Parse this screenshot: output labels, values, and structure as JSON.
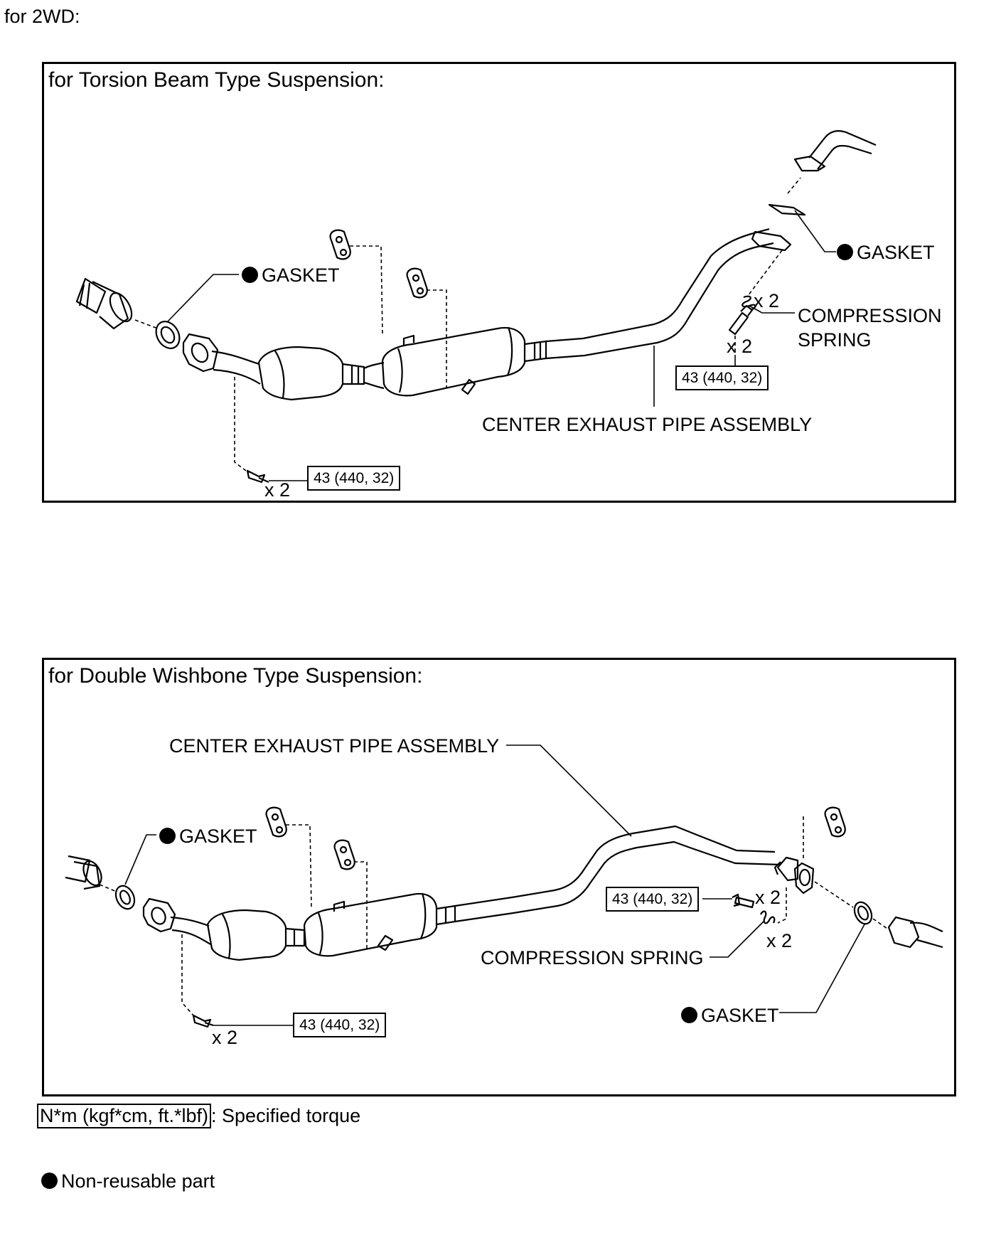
{
  "heading": "for 2WD:",
  "panels": [
    {
      "title": "for Torsion Beam Type Suspension:",
      "gasket_front": "GASKET",
      "gasket_rear": "GASKET",
      "compression_spring_line1": "COMPRESSION",
      "compression_spring_line2": "SPRING",
      "center_pipe": "CENTER EXHAUST PIPE ASSEMBLY",
      "spring_qty": "x 2",
      "bolt_rear_qty": "x 2",
      "bolt_front_qty": "x 2",
      "torque_rear": "43 (440, 32)",
      "torque_front": "43 (440, 32)"
    },
    {
      "title": "for Double Wishbone Type Suspension:",
      "center_pipe": "CENTER EXHAUST PIPE ASSEMBLY",
      "gasket_front": "GASKET",
      "gasket_rear": "GASKET",
      "compression_spring": "COMPRESSION SPRING",
      "torque_rear": "43 (440, 32)",
      "bolt_rear_qty": "x 2",
      "spring_qty": "x 2",
      "torque_front": "43 (440, 32)",
      "bolt_front_qty": "x 2"
    }
  ],
  "legend": {
    "torque_unit": "N*m (kgf*cm, ft.*lbf)",
    "torque_desc": ": Specified torque",
    "nonreusable": "Non-reusable part"
  }
}
